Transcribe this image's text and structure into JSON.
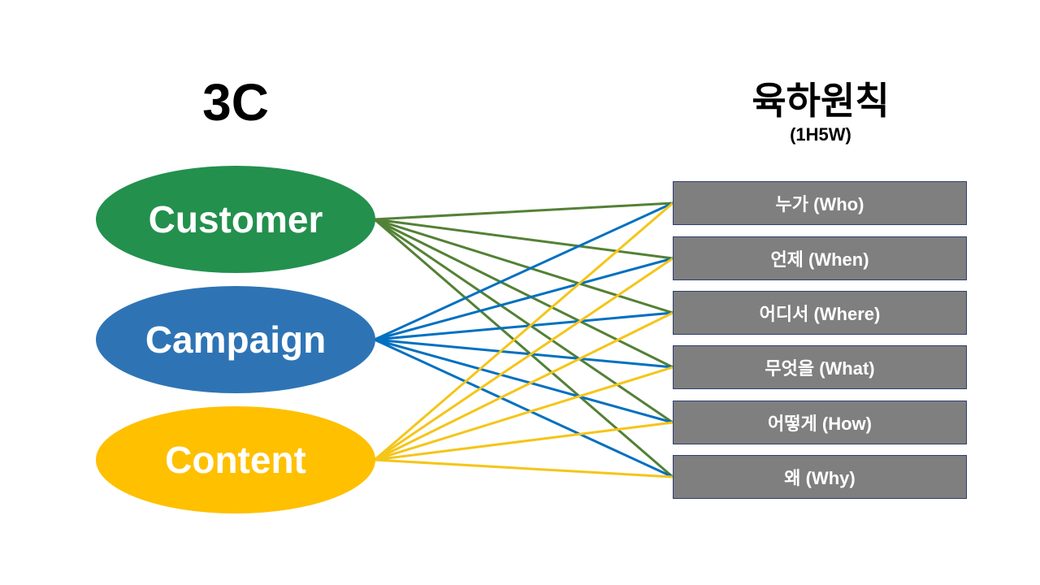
{
  "left_title": "3C",
  "right_title": "육하원칙",
  "right_subtitle": "(1H5W)",
  "left_items": [
    {
      "label": "Customer",
      "color": "#23904e"
    },
    {
      "label": "Campaign",
      "color": "#2e74b5"
    },
    {
      "label": "Content",
      "color": "#ffc000"
    }
  ],
  "right_items": [
    {
      "label": "누가 (Who)"
    },
    {
      "label": "언제 (When)"
    },
    {
      "label": "어디서 (Where)"
    },
    {
      "label": "무엇을 (What)"
    },
    {
      "label": "어떻게 (How)"
    },
    {
      "label": "왜 (Why)"
    }
  ],
  "line_colors": [
    "#538135",
    "#0070c0",
    "#f5c518"
  ],
  "box_color": "#7f7f7f"
}
